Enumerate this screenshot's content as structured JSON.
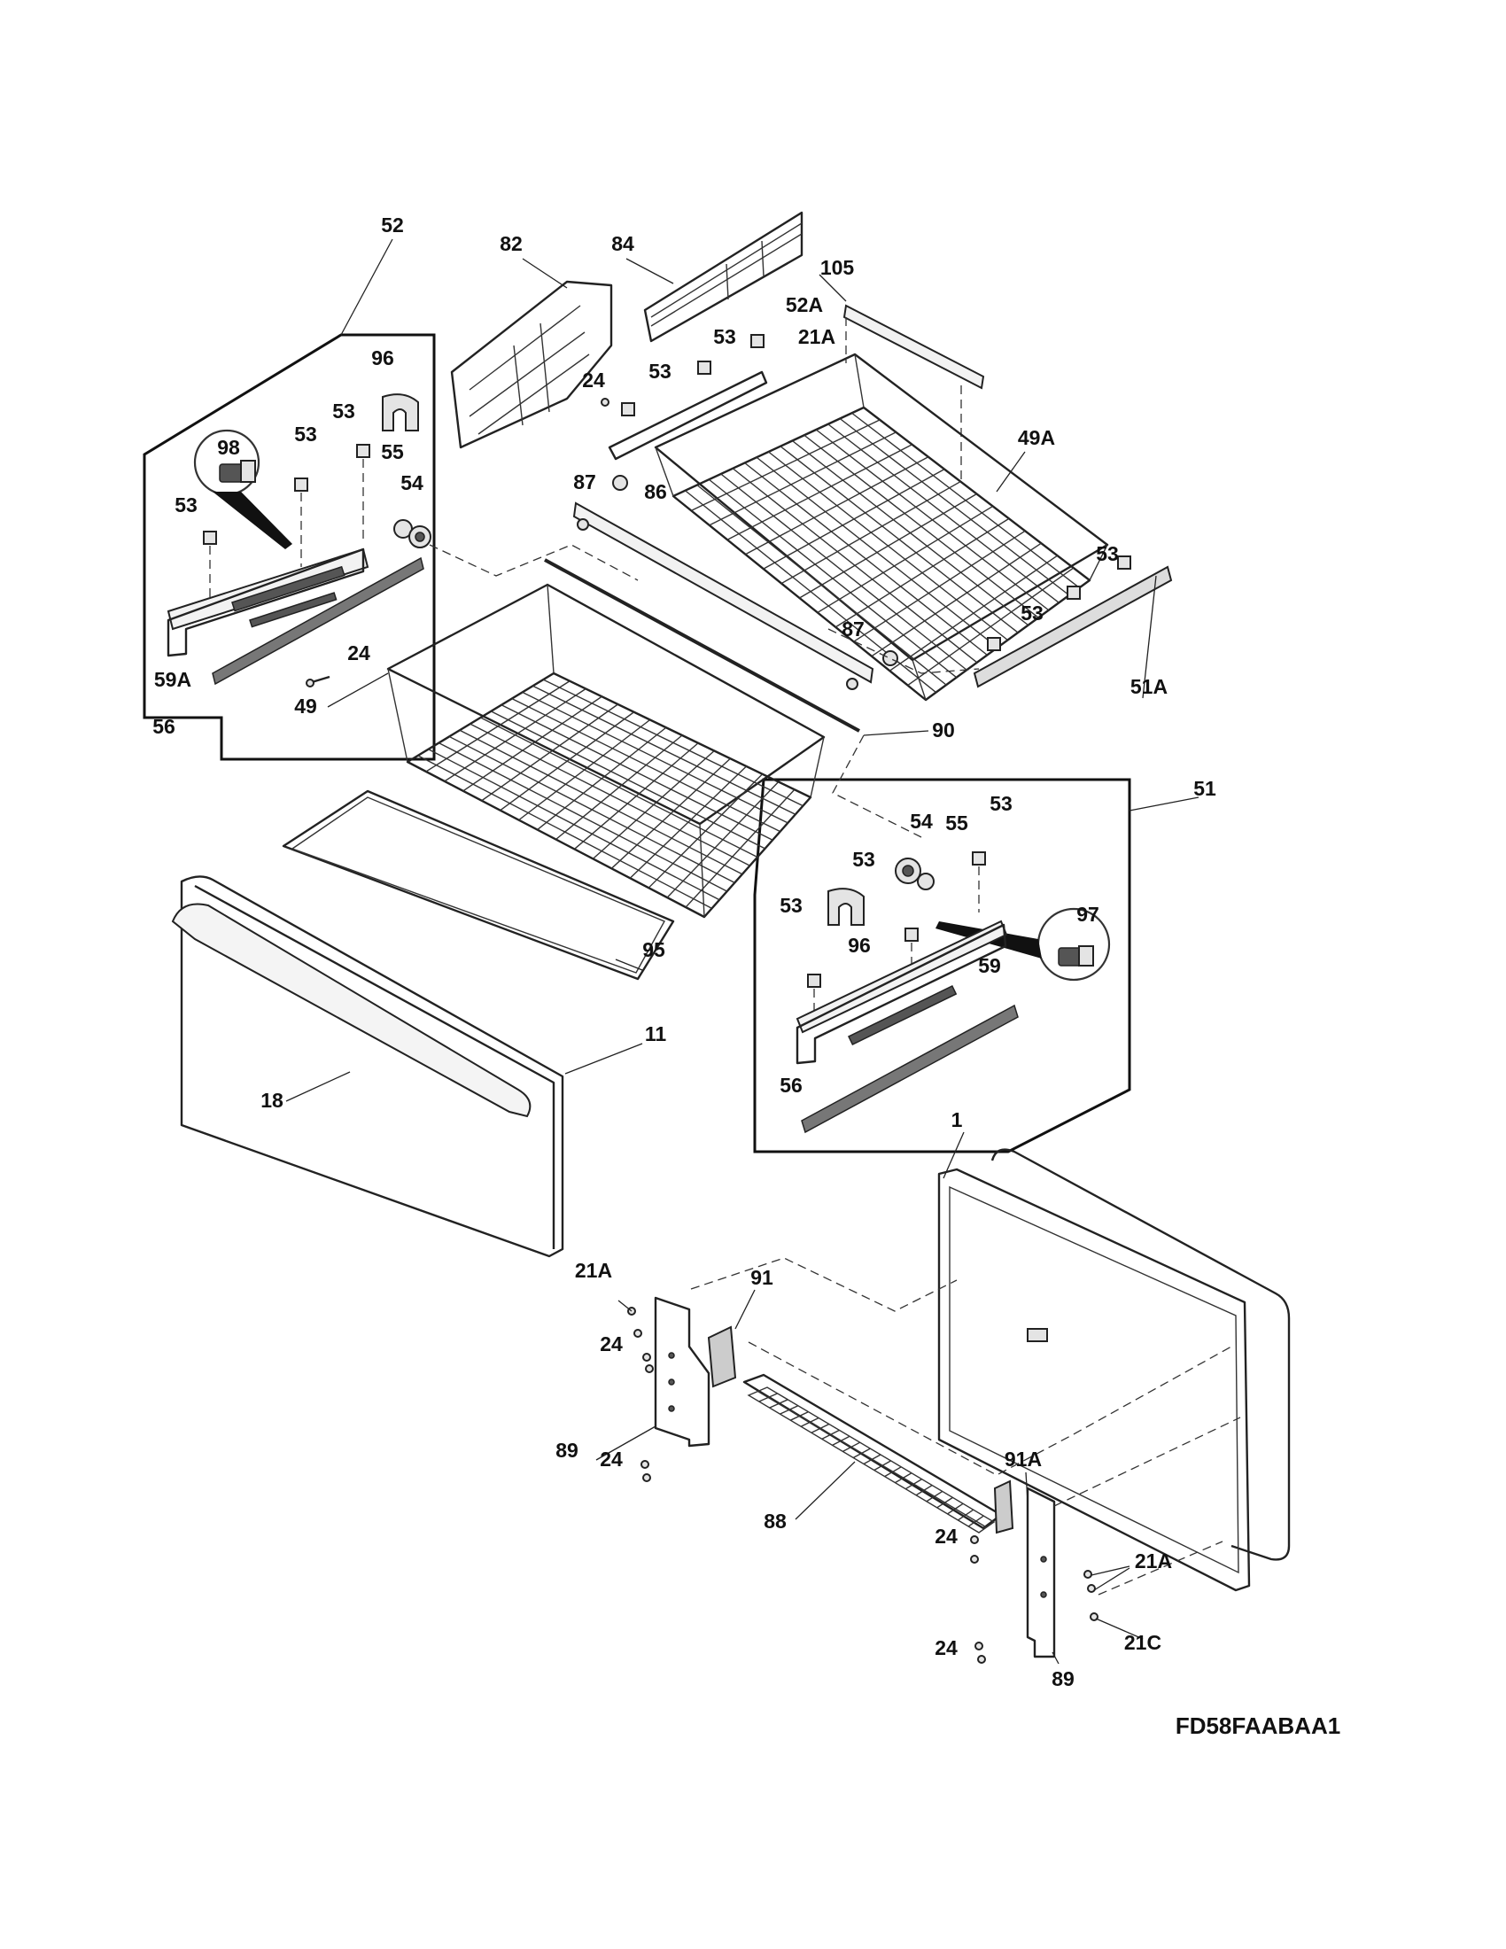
{
  "model_code": "FD58FAABAA1",
  "labels": {
    "l52": "52",
    "l82": "82",
    "l84": "84",
    "l105": "105",
    "l52A": "52A",
    "l53_top1": "53",
    "l53_top2": "53",
    "l21A_top": "21A",
    "l24_top": "24",
    "l49A": "49A",
    "l87_top": "87",
    "l86": "86",
    "l53_r1": "53",
    "l53_r2": "53",
    "l51A": "51A",
    "l87_mid": "87",
    "l96_left": "96",
    "l98": "98",
    "l53_lb1": "53",
    "l53_lb2": "53",
    "l53_lb3": "53",
    "l55_left": "55",
    "l54_left": "54",
    "l24_left": "24",
    "l59A": "59A",
    "l49": "49",
    "l56_left": "56",
    "l90": "90",
    "l51": "51",
    "l54_right": "54",
    "l55_right": "55",
    "l53_rb1": "53",
    "l53_rb2": "53",
    "l53_rb3": "53",
    "l97": "97",
    "l96_right": "96",
    "l59": "59",
    "l56_right": "56",
    "l95": "95",
    "l11": "11",
    "l18": "18",
    "l1": "1",
    "l21A_bot": "21A",
    "l91": "91",
    "l24_b1": "24",
    "l89_left": "89",
    "l24_b2": "24",
    "l88": "88",
    "l91A": "91A",
    "l24_b3": "24",
    "l21A_right": "21A",
    "l21C": "21C",
    "l24_b4": "24",
    "l89_right": "89"
  }
}
